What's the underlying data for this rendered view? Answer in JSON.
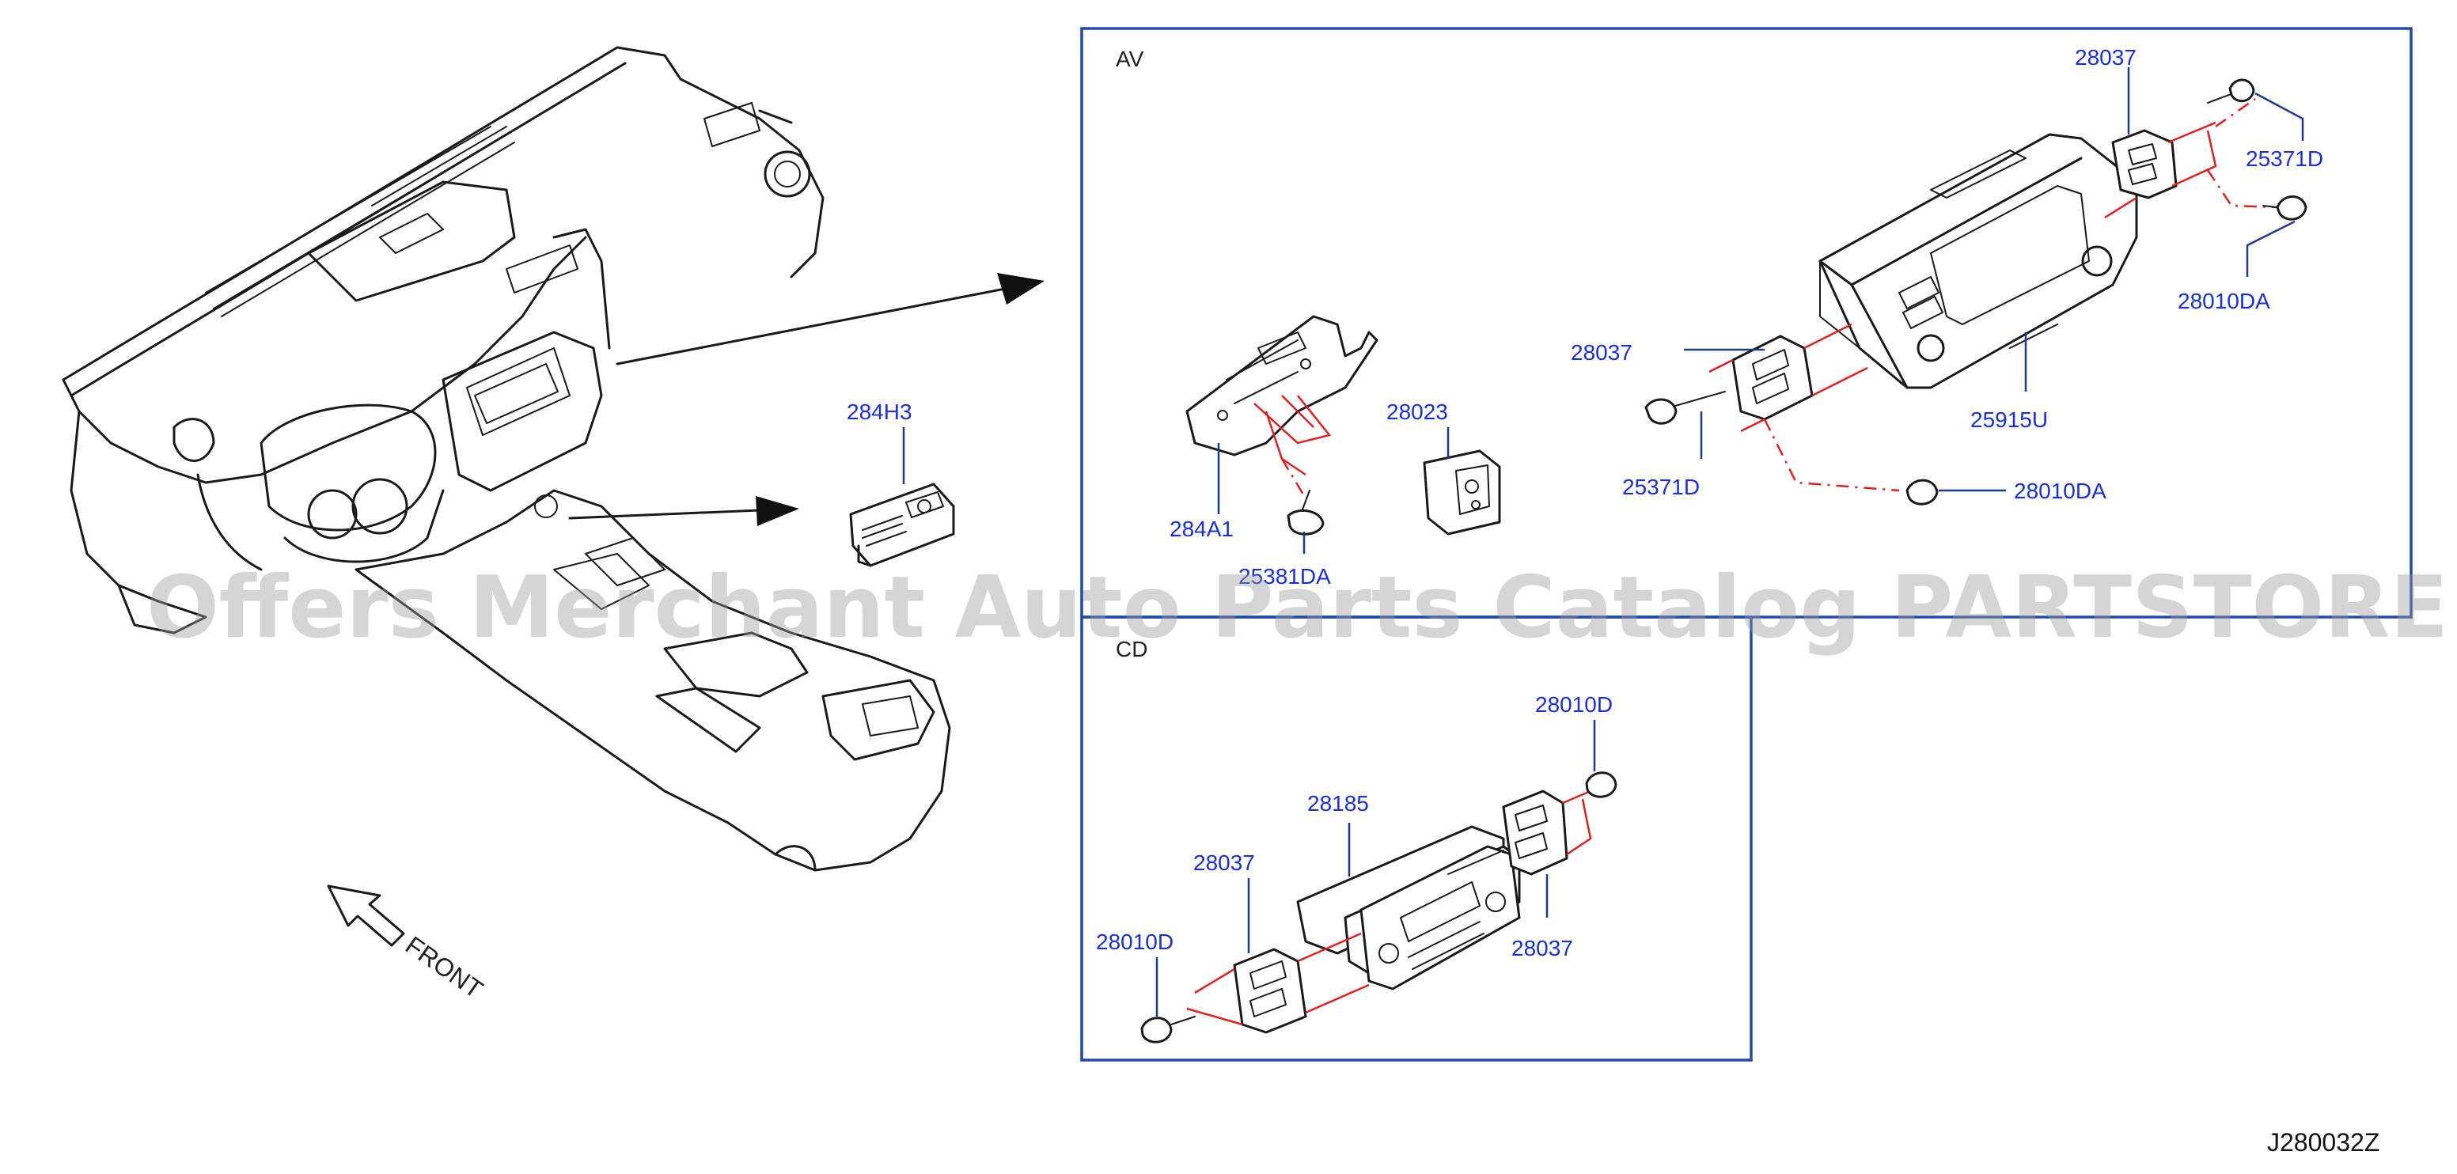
{
  "sections": {
    "av": {
      "title": "AV"
    },
    "cd": {
      "title": "CD"
    }
  },
  "parts": {
    "p284H3": "284H3",
    "p28037_av_top": "28037",
    "p25371D_top": "25371D",
    "p28010DA_top": "28010DA",
    "p28037_av_mid": "28037",
    "p28023": "28023",
    "p25915U": "25915U",
    "p25371D_bot": "25371D",
    "p28010DA_bot": "28010DA",
    "p284A1": "284A1",
    "p25381DA": "25381DA",
    "p28010D_top": "28010D",
    "p28185": "28185",
    "p28037_cd_left": "28037",
    "p28010D_left": "28010D",
    "p28037_cd_right": "28037"
  },
  "front_label": "FRONT",
  "diagram_code": "J280032Z",
  "watermark": "Offers Merchant Auto Parts Catalog PARTSTORE.SA",
  "colors": {
    "label": "#1a2fd6",
    "box": "#1f4aa8",
    "fastener_line": "#e02020",
    "ink": "#1a1a1a"
  }
}
